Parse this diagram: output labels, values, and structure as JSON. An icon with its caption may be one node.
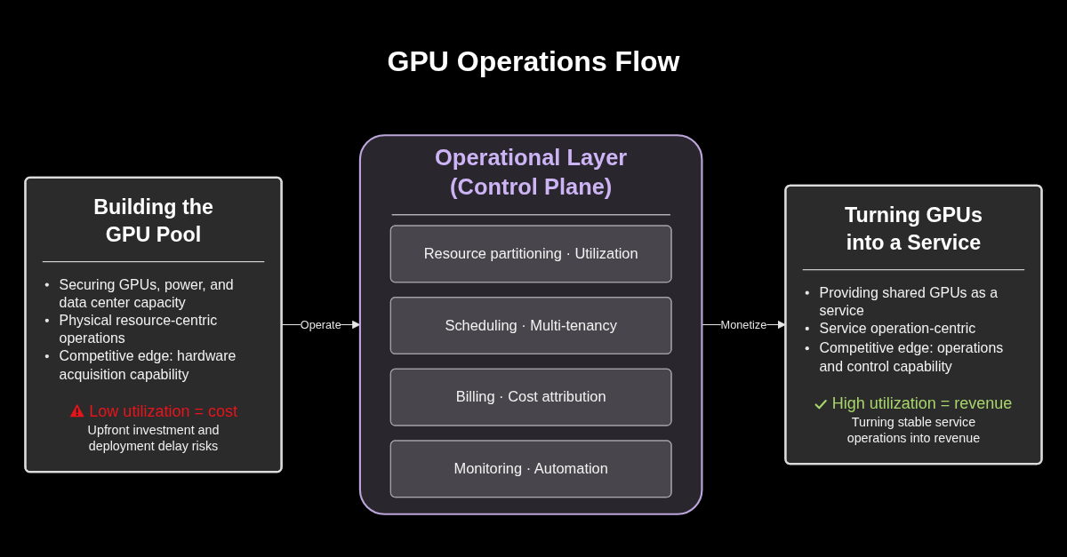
{
  "diagram": {
    "title": "GPU Operations Flow",
    "nodes": [
      {
        "text": [
          "Building the GPU Pool",
          "Securing GPUs, power, and data center capacity",
          "Physical resource-centric operations",
          "Competitive edge: hardware acquisition capability",
          "Low utilization = cost",
          "Upfront investment and deployment delay risks"
        ]
      },
      {
        "text": [
          "Operational Layer (Control Plane)"
        ]
      },
      {
        "text": [
          "Resource partitioning · Utilization"
        ],
        "in": 1
      },
      {
        "text": [
          "Scheduling · Multi-tenancy"
        ],
        "in": 1
      },
      {
        "text": [
          "Billing · Cost attribution"
        ],
        "in": 1
      },
      {
        "text": [
          "Monitoring · Automation"
        ],
        "in": 1
      },
      {
        "text": [
          "Turning GPUs into a Service",
          "Providing shared GPUs as a service",
          "Service operation-centric",
          "Competitive edge: operations and control capability",
          "High utilization = revenue",
          "Turning stable service operations into revenue"
        ]
      }
    ],
    "edges": [
      {
        "from": 0,
        "to": 1,
        "arrow": "to",
        "label": "Operate"
      },
      {
        "from": 1,
        "to": 6,
        "arrow": "to",
        "label": "Monetize"
      }
    ]
  }
}
